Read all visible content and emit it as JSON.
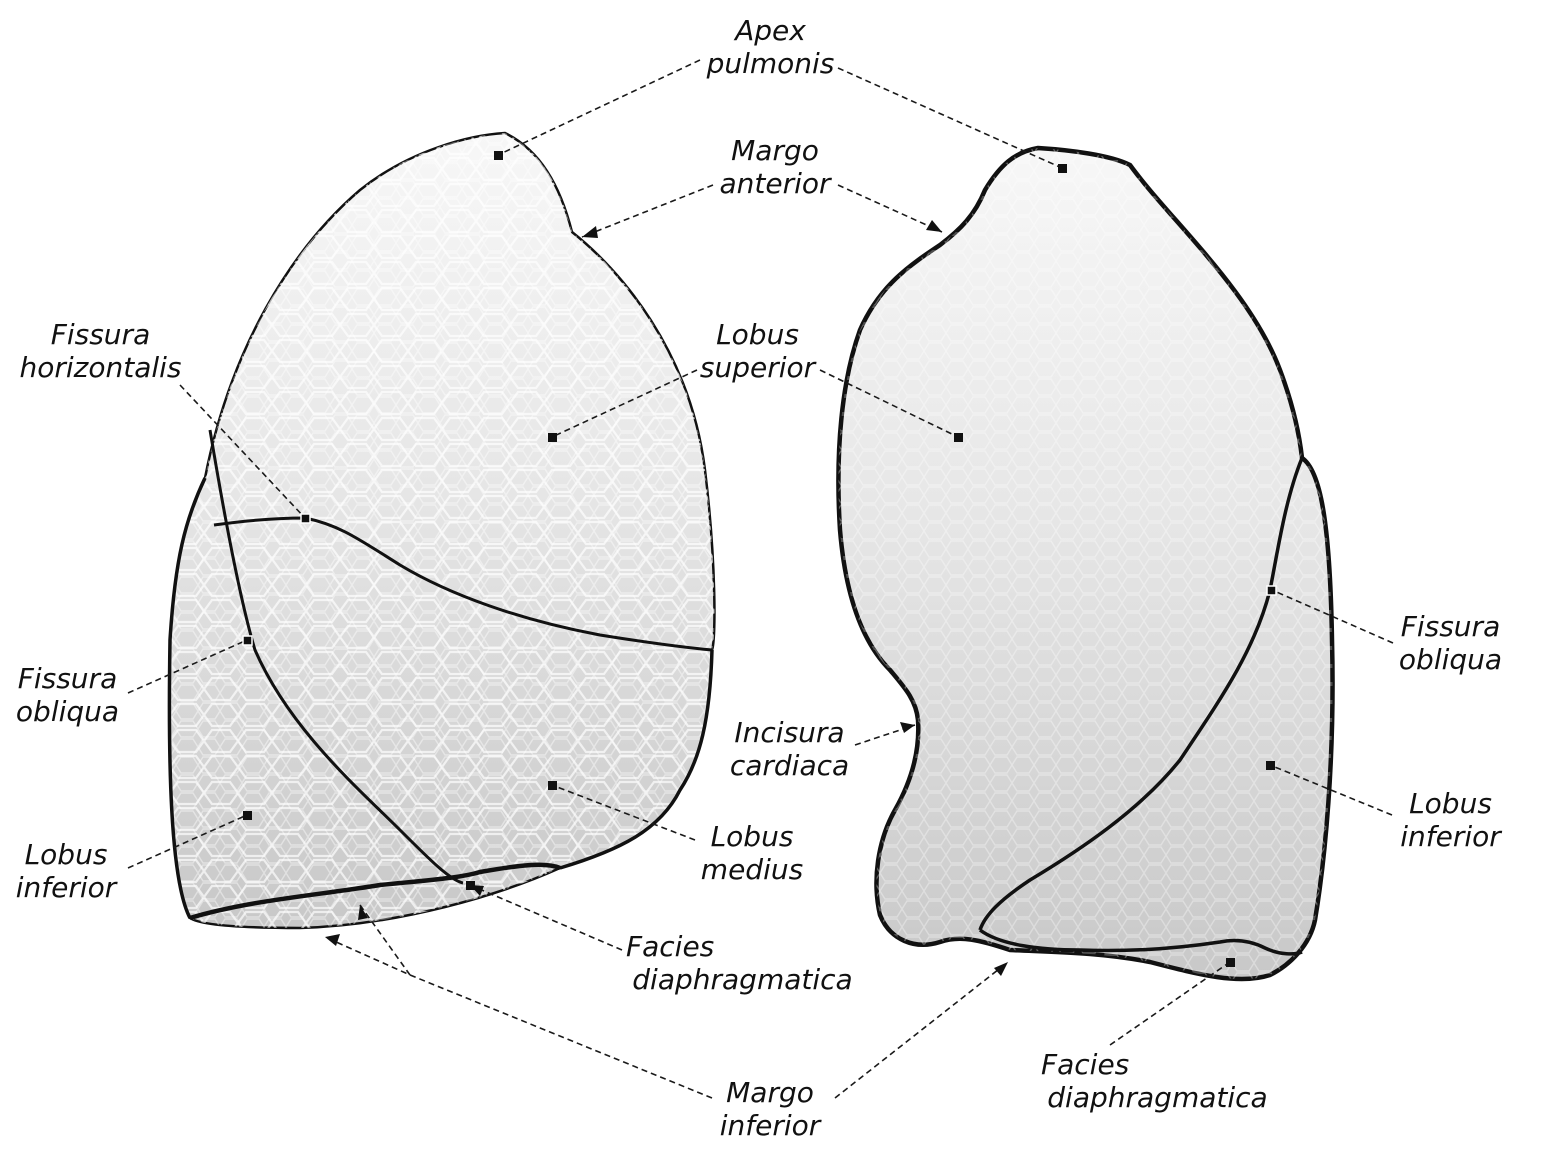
{
  "labels": {
    "apex_pulmonis": [
      "Apex",
      "pulmonis"
    ],
    "margo_anterior": [
      "Margo",
      "anterior"
    ],
    "fissura_horizontalis": [
      "Fissura",
      "horizontalis"
    ],
    "lobus_superior": [
      "Lobus",
      "superior"
    ],
    "fissura_obliqua_left": [
      "Fissura",
      "obliqua"
    ],
    "fissura_obliqua_right": [
      "Fissura",
      "obliqua"
    ],
    "incisura_cardiaca": [
      "Incisura",
      "cardiaca"
    ],
    "lobus_medius": [
      "Lobus",
      "medius"
    ],
    "lobus_inferior_left": [
      "Lobus",
      "inferior"
    ],
    "lobus_inferior_right": [
      "Lobus",
      "inferior"
    ],
    "facies_diaphragmatica_center": [
      "Facies",
      "diaphragmatica"
    ],
    "facies_diaphragmatica_right": [
      "Facies",
      "diaphragmatica"
    ],
    "margo_inferior": [
      "Margo",
      "inferior"
    ]
  },
  "colors": {
    "outline": "#111111",
    "lung_fill_top": "#f7f7f7",
    "lung_fill_bottom": "#c9c9c9",
    "texture": "#ffffff"
  }
}
